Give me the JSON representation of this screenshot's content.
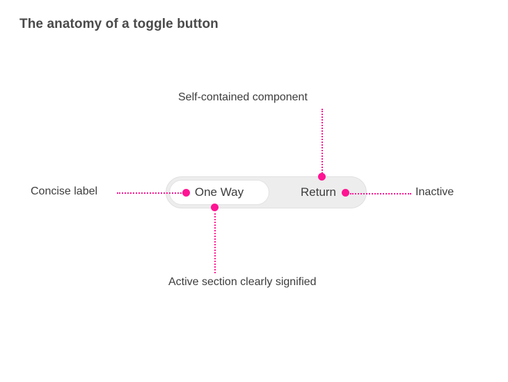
{
  "page": {
    "title": "The anatomy of a toggle button",
    "background": "#ffffff",
    "accent_color": "#ff1493",
    "text_color": "#3d3d3d"
  },
  "toggle": {
    "track_color": "#ededed",
    "active_segment_color": "#ffffff",
    "options": [
      {
        "label": "One Way",
        "state": "active"
      },
      {
        "label": "Return",
        "state": "inactive"
      }
    ]
  },
  "annotations": [
    {
      "key": "concise_label",
      "text": "Concise label",
      "position": "left",
      "points_to": "One Way label"
    },
    {
      "key": "self_contained",
      "text": "Self-contained component",
      "position": "top",
      "points_to": "toggle container"
    },
    {
      "key": "inactive",
      "text": "Inactive",
      "position": "right",
      "points_to": "Return segment"
    },
    {
      "key": "active_section",
      "text": "Active section clearly signified",
      "position": "bottom",
      "points_to": "active white pill"
    }
  ]
}
